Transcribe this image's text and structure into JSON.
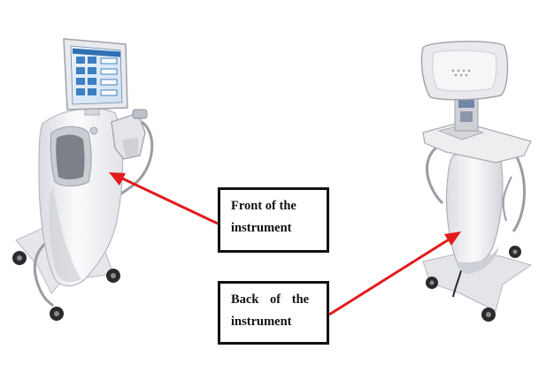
{
  "labels": {
    "front": {
      "line1": "Front of the",
      "line2": "instrument"
    },
    "back": {
      "line1": "Back of the",
      "line2": "instrument"
    }
  },
  "colors": {
    "arrow": "#e21b1b",
    "box_border": "#111111",
    "device_body": "#f4f4f6",
    "device_shadow": "#c9cbd2",
    "screen_blue": "#2f6fb3"
  },
  "icons": {
    "front_device": "aesthetic-device-front-icon",
    "back_device": "aesthetic-device-back-icon"
  }
}
